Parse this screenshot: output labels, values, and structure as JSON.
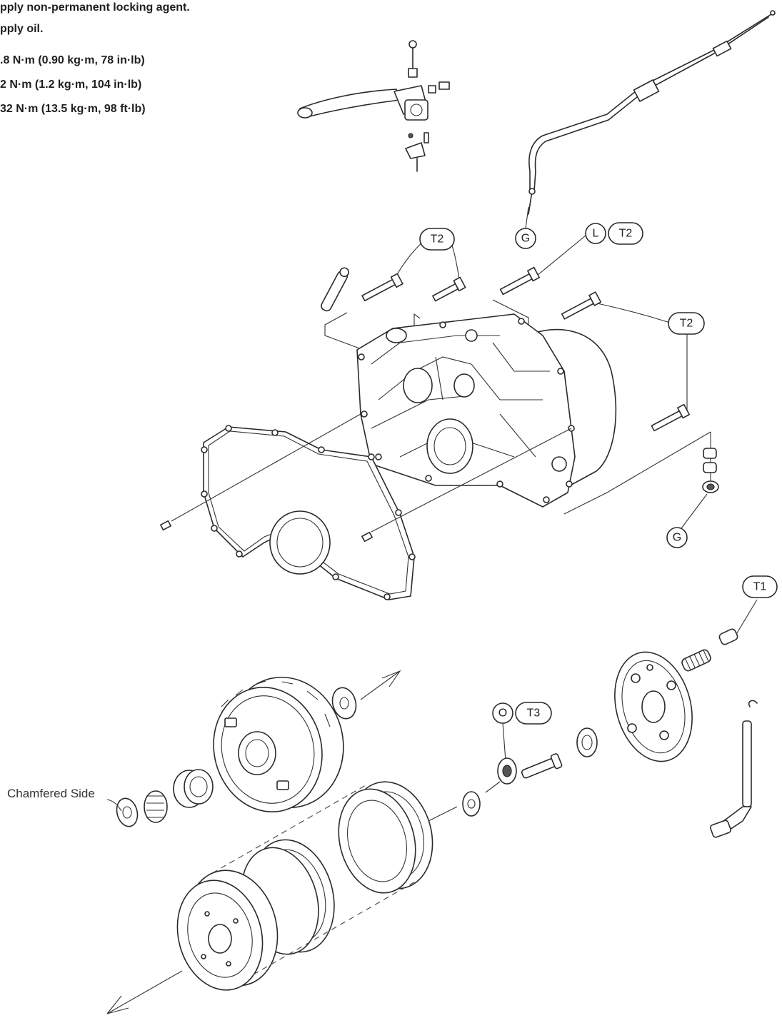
{
  "legend": {
    "lines": [
      "pply non-permanent locking agent.",
      "pply oil.",
      ".8 N·m (0.90 kg·m, 78 in·lb)",
      "2 N·m (1.2 kg·m, 104 in·lb)",
      "32 N·m (13.5 kg·m, 98 ft·lb)"
    ]
  },
  "callouts": {
    "t2_top": "T2",
    "g_cable": "G",
    "l_cover": "L",
    "t2_cover": "T2",
    "t2_right": "T2",
    "g_seal": "G",
    "t1_spring": "T1",
    "o_nut": "O",
    "t3_nut": "T3"
  },
  "labels": {
    "chamfered_side": "Chamfered Side"
  }
}
